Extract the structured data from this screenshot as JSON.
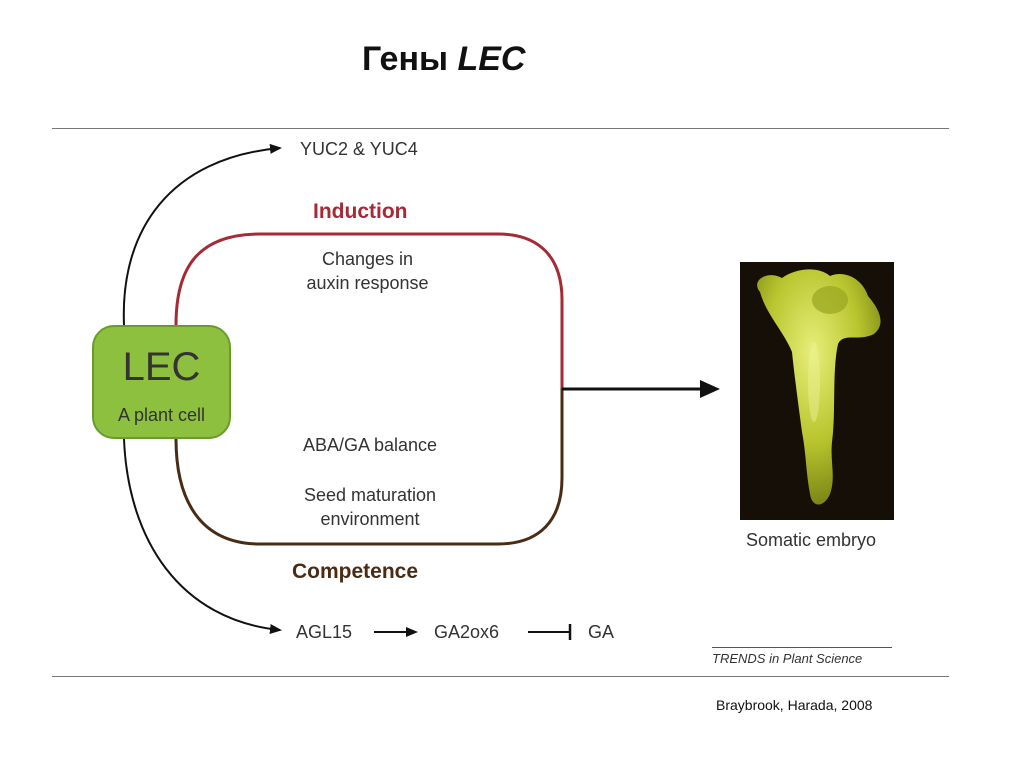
{
  "slide": {
    "title_prefix": "Гены",
    "title_emphasis": "LEC",
    "citation": "Braybrook, Harada, 2008"
  },
  "diagram": {
    "top_target": "YUC2 & YUC4",
    "induction_label": "Induction",
    "induction_text_1": "Changes in",
    "induction_text_2": "auxin response",
    "lec_label": "LEC",
    "cell_label": "A plant cell",
    "competence_text_1": "ABA/GA balance",
    "competence_text_2": "Seed maturation",
    "competence_text_3": "environment",
    "competence_label": "Competence",
    "pathway": [
      "AGL15",
      "GA2ox6",
      "GA"
    ],
    "result_label": "Somatic embryo",
    "source_caps": "Trends",
    "source_rest": " in Plant Science"
  },
  "colors": {
    "induction": "#a52a34",
    "competence": "#4a2c14",
    "lec_fill": "#8dc03f",
    "embryo_bg": "#150f08"
  }
}
